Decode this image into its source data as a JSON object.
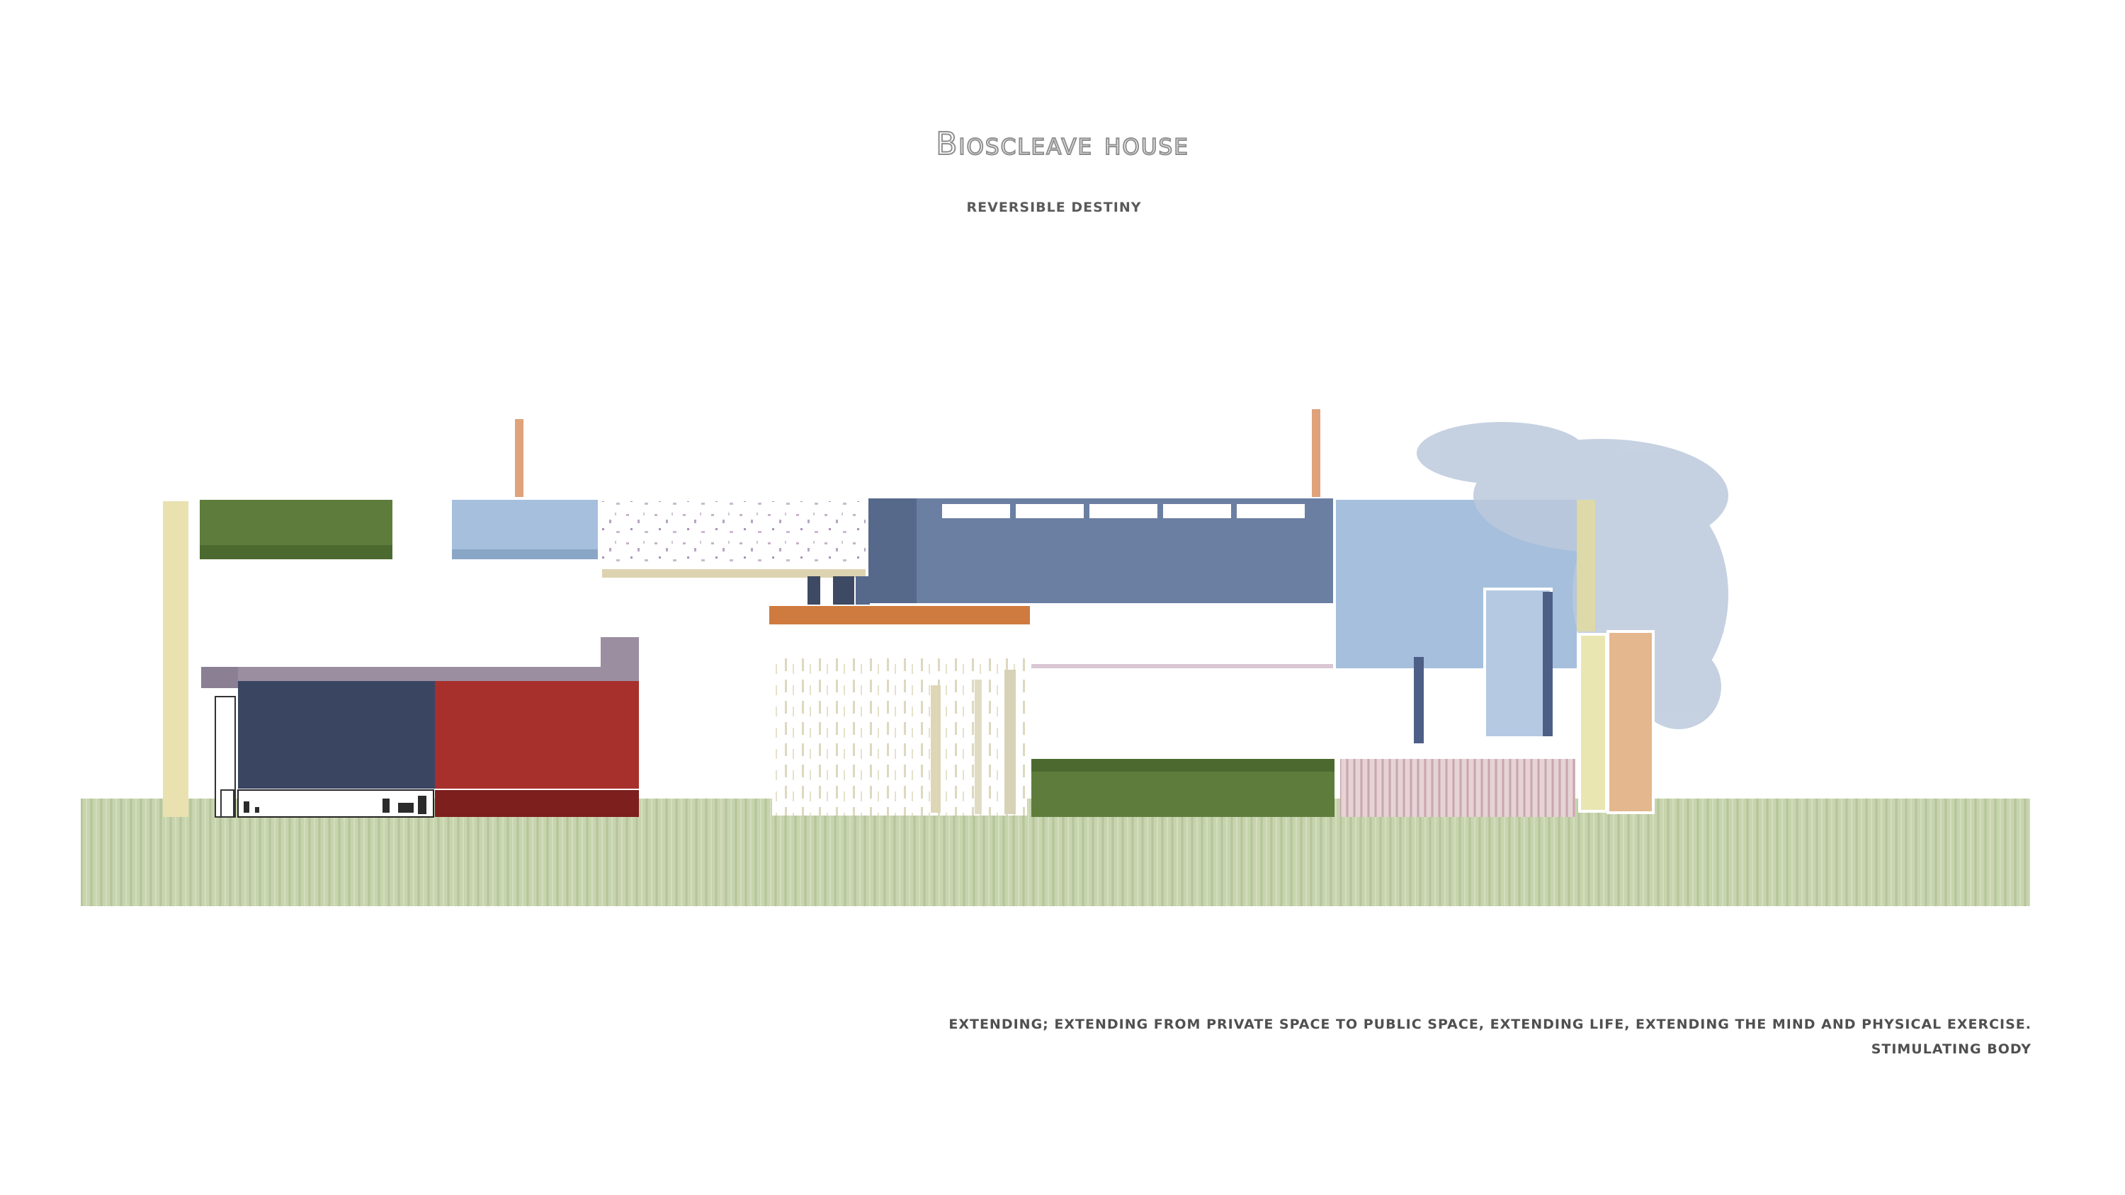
{
  "header": {
    "title": "Bioscleave house",
    "subtitle": "REVERSIBLE DESTINY"
  },
  "caption": {
    "line1": "EXTENDING; EXTENDING FROM PRIVATE SPACE TO PUBLIC SPACE, EXTENDING LIFE, EXTENDING THE MIND AND PHYSICAL EXERCISE.",
    "line2": "STIMULATING BODY"
  },
  "palette": {
    "ground": "#c7d4ae",
    "green_roof": "#5e7d3c",
    "light_blue": "#a6bfdd",
    "slate_blue": "#6b7fa3",
    "navy": "#3a4562",
    "red": "#a8302c",
    "dark_red": "#7d1f1d",
    "purple_grey": "#9a8ea0",
    "pale_yellow": "#e9e2b0",
    "peach": "#e4b78e",
    "orange": "#cf7a3e",
    "pink_stripe": "#d9bcc2"
  }
}
